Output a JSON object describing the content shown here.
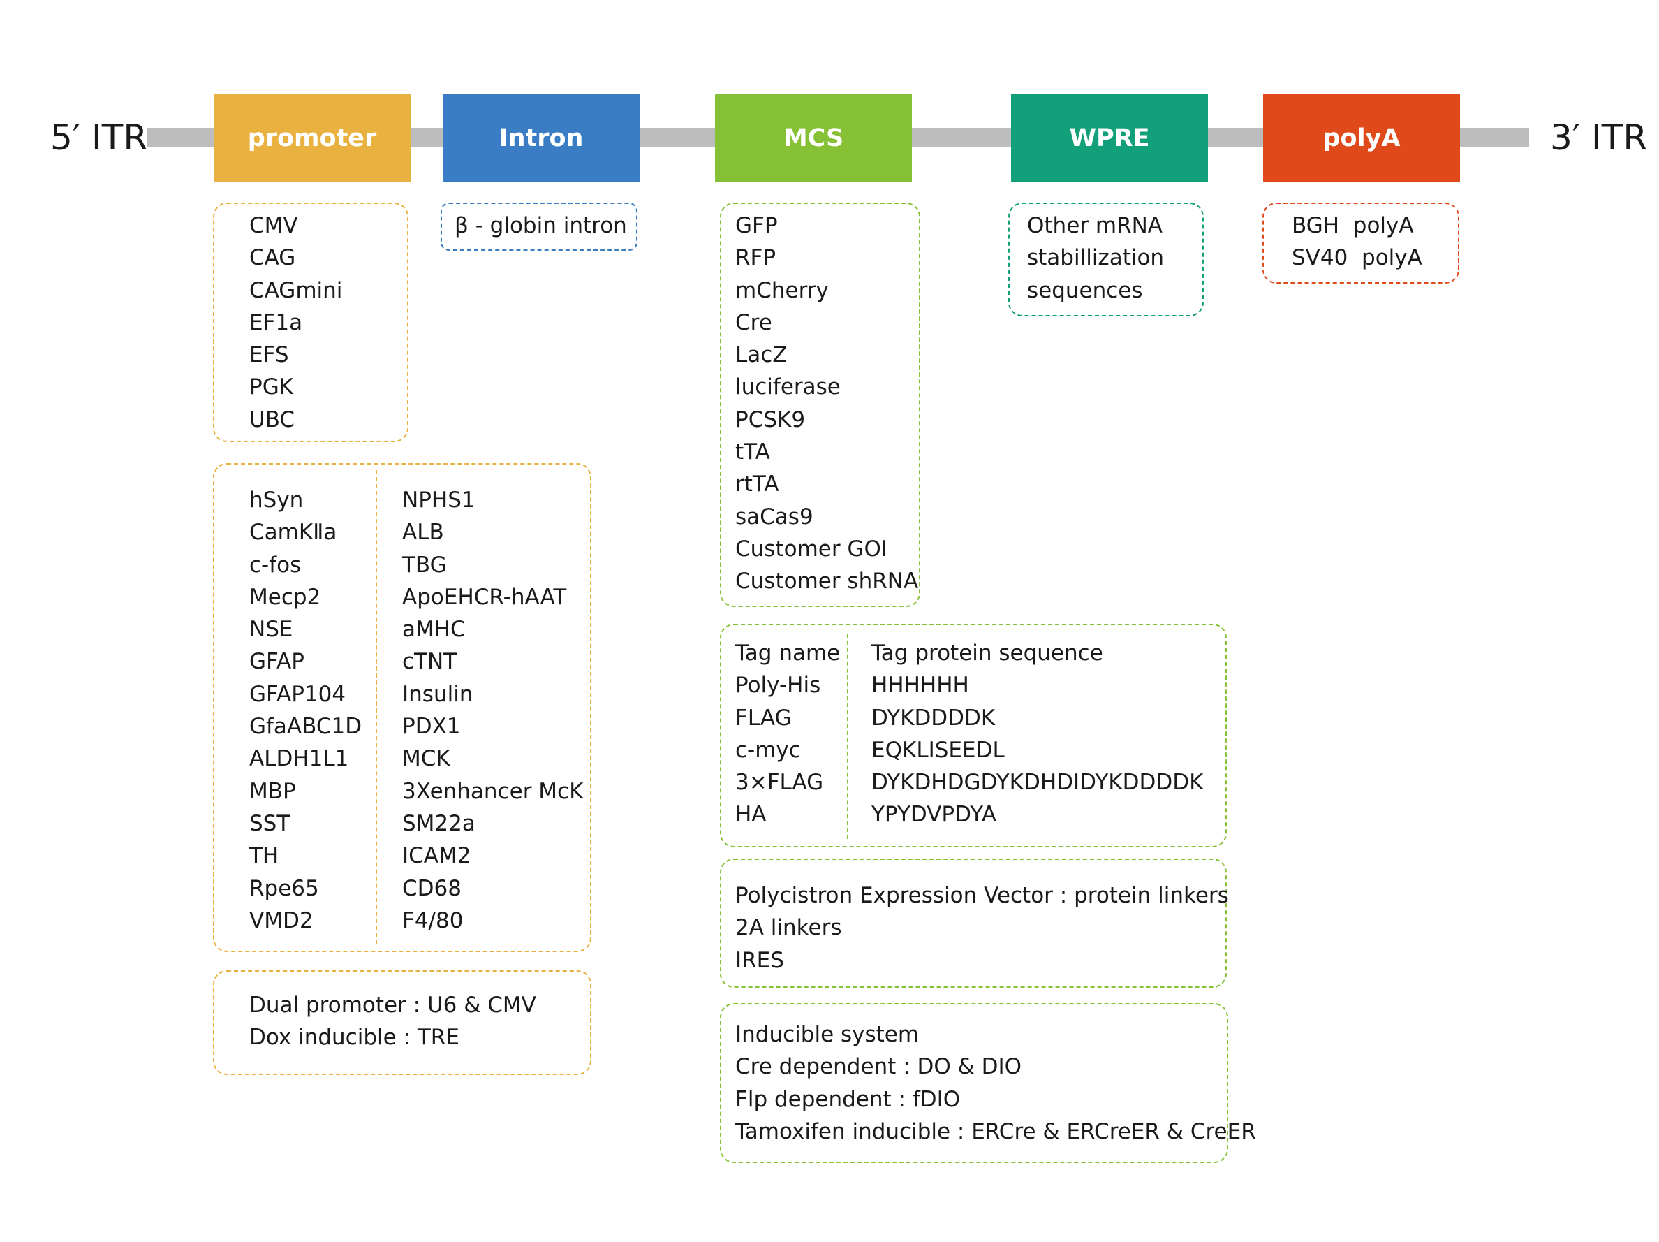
{
  "itr": {
    "left": "5′ ITR",
    "right": "3′ ITR"
  },
  "colors": {
    "backbone": "#bdbdbd",
    "promoter": "#e9b140",
    "intron": "#3b7dc5",
    "mcs": "#86c035",
    "wpre": "#12a07a",
    "polya": "#e04a1a"
  },
  "blocks": {
    "promoter": "promoter",
    "intron": "Intron",
    "mcs": "MCS",
    "wpre": "WPRE",
    "polya": "polyA"
  },
  "promoter": {
    "ubiquitous": [
      "CMV",
      "CAG",
      "CAGmini",
      "EF1a",
      "EFS",
      "PGK",
      "UBC"
    ],
    "specific_left": [
      "hSyn",
      "CamKⅡa",
      "c-fos",
      "Mecp2",
      "NSE",
      "GFAP",
      "GFAP104",
      "GfaABC1D",
      "ALDH1L1",
      "MBP",
      "SST",
      "TH",
      "Rpe65",
      "VMD2"
    ],
    "specific_right": [
      "NPHS1",
      "ALB",
      "TBG",
      "ApoEHCR-hAAT",
      "aMHC",
      "cTNT",
      "Insulin",
      "PDX1",
      "MCK",
      "3Xenhancer McK",
      "SM22a",
      "ICAM2",
      "CD68",
      "F4/80"
    ],
    "other": [
      "Dual promoter : U6 & CMV",
      "Dox inducible : TRE"
    ]
  },
  "intron": {
    "items": [
      "β - globin intron"
    ]
  },
  "mcs": {
    "genes": [
      "GFP",
      "RFP",
      "mCherry",
      "Cre",
      "LacZ",
      "luciferase",
      "PCSK9",
      "tTA",
      "rtTA",
      "saCas9",
      "Customer GOI",
      "Customer shRNA"
    ],
    "tags": {
      "names": [
        "Tag name",
        "Poly-His",
        "FLAG",
        "c-myc",
        "3×FLAG",
        "HA"
      ],
      "sequences": [
        "Tag protein sequence",
        "HHHHHH",
        "DYKDDDDK",
        "EQKLISEEDL",
        "DYKDHDGDYKDHDIDYKDDDDK",
        "YPYDVPDYA"
      ]
    },
    "linkers": [
      "Polycistron Expression Vector : protein linkers",
      "2A linkers",
      "IRES"
    ],
    "inducible": [
      "Inducible system",
      "Cre dependent : DO & DIO",
      "Flp dependent : fDIO",
      "Tamoxifen inducible : ERCre & ERCreER & CreER"
    ]
  },
  "wpre": {
    "items": [
      "Other mRNA",
      "stabillization",
      "sequences"
    ]
  },
  "polya": {
    "items": [
      "BGH  polyA",
      "SV40  polyA"
    ]
  }
}
